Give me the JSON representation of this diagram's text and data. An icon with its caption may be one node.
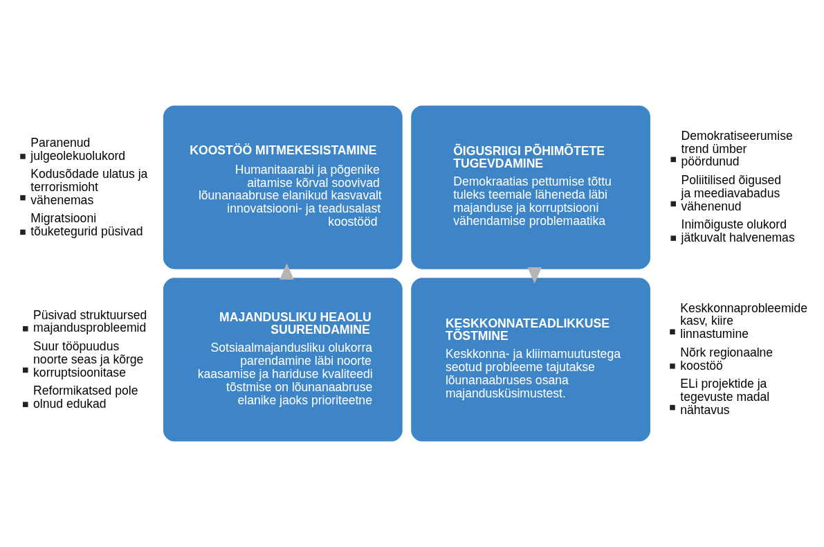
{
  "diagram": {
    "nodes": [
      {
        "text": [
          "KOOSTÖÖ MITMEKESISTAMINE",
          "Humanitaarabi ja põgenike aitamise kõrval soovivad lõunanaabruse elanikud kasvavalt innovatsiooni- ja teadusalast koostööd"
        ],
        "beside": [
          "Paranenud julgeolekuolukord",
          "Kodusõdade ulatus ja terrorismioht vähenemas",
          "Migratsiooni tõuketegurid püsivad"
        ]
      },
      {
        "text": [
          "ÕIGUSRIIGI PÕHIMÕTETE TUGEVDAMINE",
          "Demokraatias pettumise tõttu tuleks teemale läheneda läbi majanduse ja korruptsiooni vähendamise problemaatika"
        ],
        "beside": [
          "Demokratiseerumise trend ümber pöördunud",
          "Poliitilised õigused ja meediavabadus vähenenud",
          "Inimõiguste olukord jätkuvalt halvenemas"
        ]
      },
      {
        "text": [
          "MAJANDUSLIKU HEAOLU SUURENDAMINE",
          "Sotsiaalmajandusliku olukorra parendamine läbi noorte kaasamise ja hariduse kvaliteedi tõstmise on lõunanaabruse elanike jaoks prioriteetne"
        ],
        "beside": [
          "Püsivad struktuursed majandusprobleemid",
          "Suur tööpuudus noorte seas ja kõrge korruptsioonitase",
          "Reformikatsed pole olnud edukad"
        ]
      },
      {
        "text": [
          "KESKKONNATEADLIKKUSE TÕSTMINE",
          "Keskkonna- ja kliimamuutustega seotud probleeme tajutakse lõunanaabruses osana majandusküsimustest."
        ],
        "beside": [
          "Keskkonnaprobleemide kasv, kiire linnastumine",
          "Nõrk regionaalne koostöö",
          "ELi projektide ja tegevuste madal nähtavus"
        ]
      }
    ],
    "edges": [
      {
        "from": 2,
        "to": 0,
        "arrow": "to",
        "style": "thick"
      },
      {
        "from": 1,
        "to": 3,
        "arrow": "to",
        "style": "thick"
      }
    ]
  }
}
